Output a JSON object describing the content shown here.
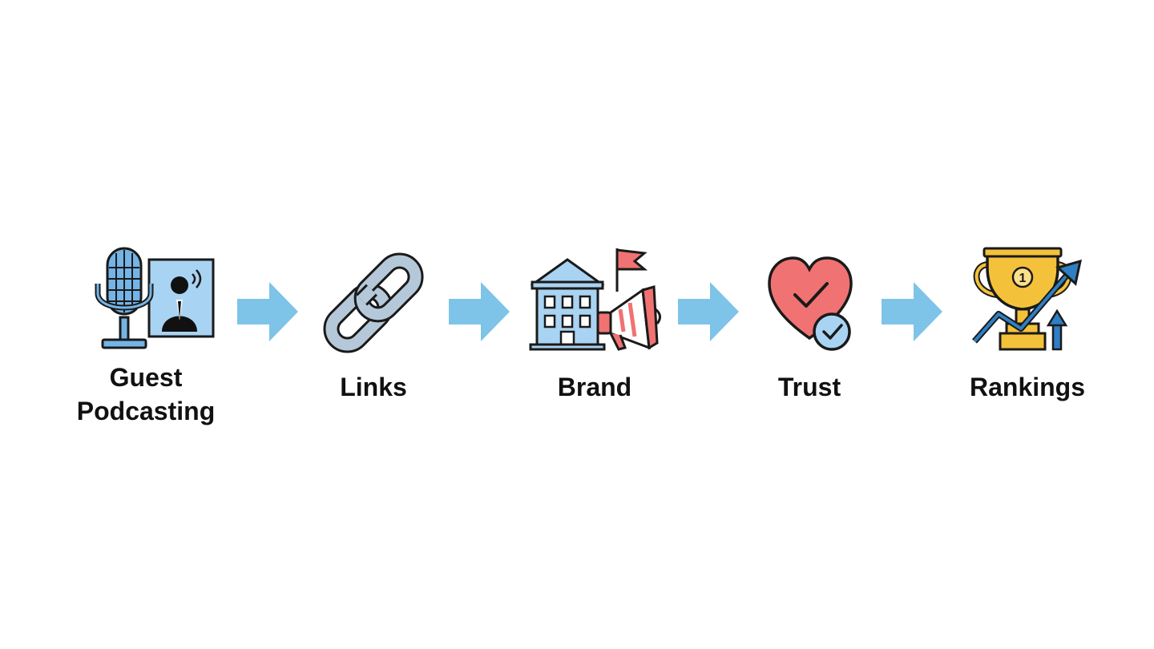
{
  "diagram": {
    "steps": [
      {
        "label_line1": "Guest",
        "label_line2": "Podcasting",
        "icon": "microphone-icon"
      },
      {
        "label": "Links",
        "icon": "chain-link-icon"
      },
      {
        "label": "Brand",
        "icon": "building-megaphone-icon"
      },
      {
        "label": "Trust",
        "icon": "heart-check-icon"
      },
      {
        "label": "Rankings",
        "icon": "trophy-growth-icon"
      }
    ],
    "trophy_badge": "1",
    "colors": {
      "arrow": "#7ec3e8",
      "mic": "#74b4e6",
      "chain": "#b5c8d9",
      "heart": "#f07272",
      "trophy": "#f4c23a",
      "growth": "#2e7fc4",
      "outline": "#1a1a1a"
    }
  }
}
